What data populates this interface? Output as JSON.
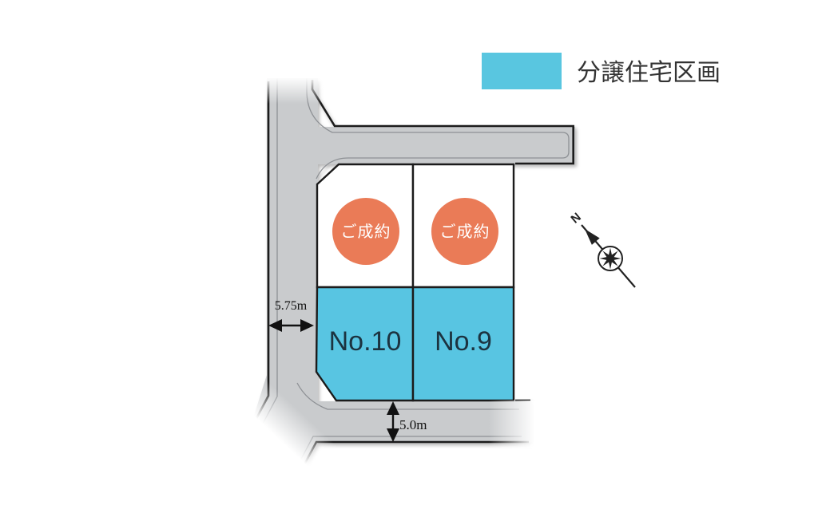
{
  "legend": {
    "label": "分譲住宅区画"
  },
  "lots": {
    "sold_badges": [
      "ご成約",
      "ご成約"
    ],
    "numbers": [
      "No.10",
      "No.9"
    ]
  },
  "dimensions": {
    "left_road_width": "5.75m",
    "bottom_road_width": "5.0m"
  },
  "compass": {
    "north_label": "N"
  },
  "colors": {
    "road_fill": "#c9cbcd",
    "lot_fill": "#58c5e2",
    "legend_swatch": "#59c6e0",
    "sold_circle": "#ea7b57",
    "lot_number": "#1c3340"
  }
}
